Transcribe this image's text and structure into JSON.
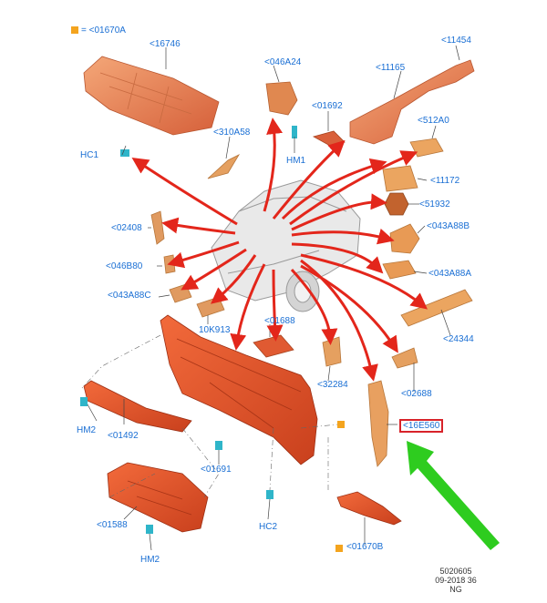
{
  "legend": {
    "text": "= <01670A"
  },
  "callouts": {
    "c16746": "<16746",
    "c046A24": "<046A24",
    "c11454": "<11454",
    "c11165": "<11165",
    "c01692": "<01692",
    "c512A0": "<512A0",
    "c310A58": "<310A58",
    "cHC1": "HC1",
    "cHM1": "HM1",
    "c11172": "<11172",
    "c51932": "<51932",
    "c043A88B": "<043A88B",
    "c02408": "<02408",
    "c046B80": "<046B80",
    "c043A88A": "<043A88A",
    "c043A88C": "<043A88C",
    "c10K913": "10K913",
    "c01688": "<01688",
    "c24344": "<24344",
    "c32284": "<32284",
    "c02688": "<02688",
    "cHM2a": "HM2",
    "c01492": "<01492",
    "c16E560": "<16E560",
    "c01691": "<01691",
    "c01588": "<01588",
    "cHC2": "HC2",
    "cHM2b": "HM2",
    "c01670B": "<01670B"
  },
  "footer": {
    "code": "5020605",
    "date": "09-2018 36",
    "region": "NG"
  },
  "colors": {
    "label": "#1a6fd4",
    "arrow": "#e3261b",
    "part": "#e0884a",
    "body_panel": "#e65a2d",
    "highlight_box": "#d8232a",
    "pointer": "#2ecc1f",
    "clip": "#2fb5c9"
  }
}
